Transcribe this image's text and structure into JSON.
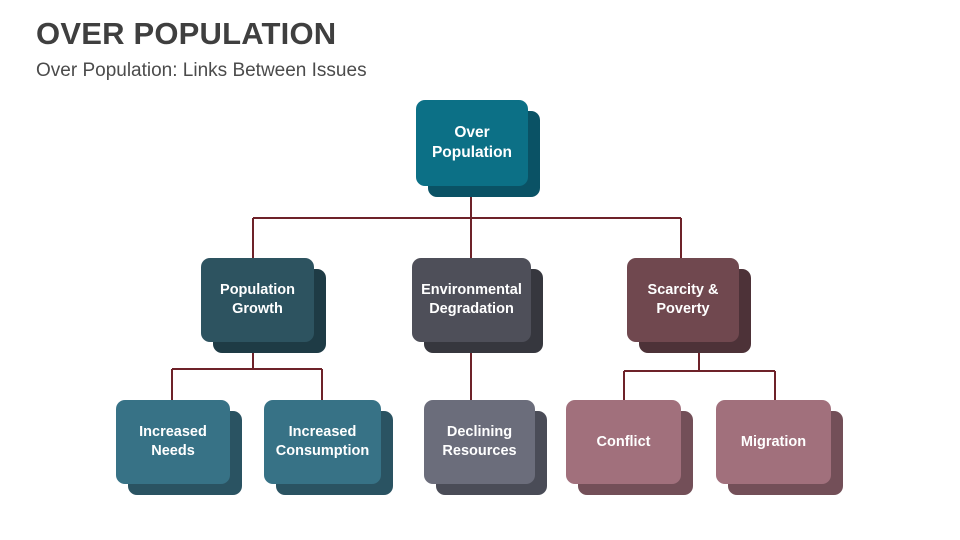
{
  "header": {
    "title": "OVER POPULATION",
    "subtitle": "Over Population: Links Between Issues"
  },
  "colors": {
    "background": "#ffffff",
    "title_text": "#3f3f3f",
    "subtitle_text": "#4b4b4b",
    "connector": "#6e2229",
    "node_text": "#ffffff",
    "root_fill": "#0c7086",
    "root_shadow": "#0a5265",
    "population_growth_fill": "#2d5360",
    "population_growth_shadow": "#1e3b45",
    "environmental_fill": "#4e4f59",
    "environmental_shadow": "#36373e",
    "scarcity_fill": "#70484f",
    "scarcity_shadow": "#4d3238",
    "increased_fill": "#377286",
    "increased_shadow": "#2a5362",
    "declining_fill": "#6b6d7b",
    "declining_shadow": "#4a4c57",
    "conflict_fill": "#a1707c",
    "conflict_shadow": "#734f58"
  },
  "diagram": {
    "type": "hierarchy-tree",
    "root": {
      "id": "over-population",
      "label": "Over\nPopulation"
    },
    "level2": [
      {
        "id": "population-growth",
        "label": "Population\nGrowth"
      },
      {
        "id": "environmental-degradation",
        "label": "Environmental\nDegradation"
      },
      {
        "id": "scarcity-poverty",
        "label": "Scarcity &\nPoverty"
      }
    ],
    "level3": [
      {
        "id": "increased-needs",
        "label": "Increased\nNeeds",
        "parent": "population-growth"
      },
      {
        "id": "increased-consumption",
        "label": "Increased\nConsumption",
        "parent": "population-growth"
      },
      {
        "id": "declining-resources",
        "label": "Declining\nResources",
        "parent": "environmental-degradation"
      },
      {
        "id": "conflict",
        "label": "Conflict",
        "parent": "scarcity-poverty"
      },
      {
        "id": "migration",
        "label": "Migration",
        "parent": "scarcity-poverty"
      }
    ]
  }
}
